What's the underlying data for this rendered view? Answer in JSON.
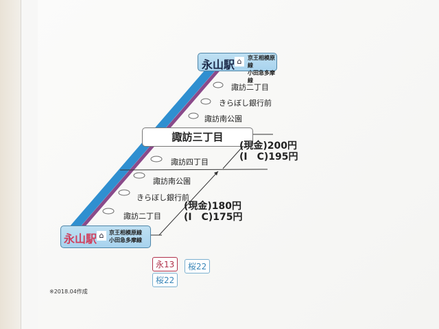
{
  "top_station": {
    "name": "永山駅",
    "lines": [
      "京王相模原線",
      "小田急多摩線"
    ],
    "icon": "bus-icon"
  },
  "bottom_station": {
    "name": "永山駅",
    "lines": [
      "京王相模原線",
      "小田急多摩線"
    ],
    "icon": "bus-icon"
  },
  "upper_stops": [
    "諏訪二丁目",
    "きらぼし銀行前",
    "諏訪南公園"
  ],
  "boundary_stop": "諏訪三丁目",
  "middle_stop": "諏訪四丁目",
  "lower_stops": [
    "諏訪南公園",
    "きらぼし銀行前",
    "諏訪二丁目"
  ],
  "fare_upper": {
    "cash": "(現金)200円",
    "ic": "(I　C)195円"
  },
  "fare_lower": {
    "cash": "(現金)180円",
    "ic": "(I　C)175円"
  },
  "routes": [
    "永13",
    "桜22",
    "桜22"
  ],
  "colors": {
    "route_blue": "#2f8fd0",
    "route_purple": "#8a4a8a",
    "station_box": "#b4d9f0",
    "route_red": "#c0334d"
  },
  "note": "※2018.04作成"
}
